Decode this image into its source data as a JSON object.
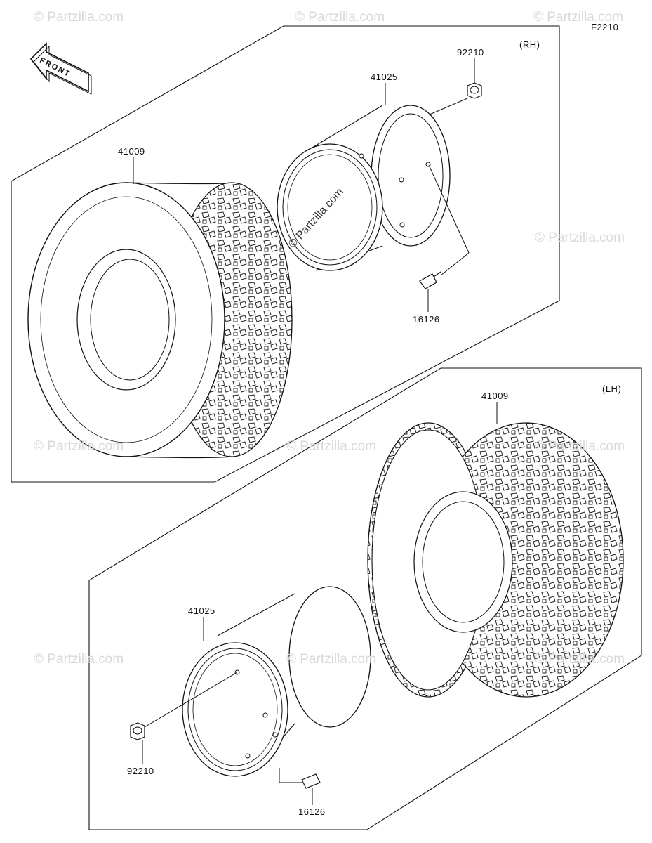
{
  "figure_code": "F2210",
  "front_label": "FRONT",
  "watermark": "© Partzilla.com",
  "groups": {
    "rh": {
      "side_label": "(RH)",
      "tire_part": "41009",
      "wheel_part": "41025",
      "nut_part": "92210",
      "valve_part": "16126"
    },
    "lh": {
      "side_label": "(LH)",
      "tire_part": "41009",
      "wheel_part": "41025",
      "nut_part": "92210",
      "valve_part": "16126"
    }
  }
}
